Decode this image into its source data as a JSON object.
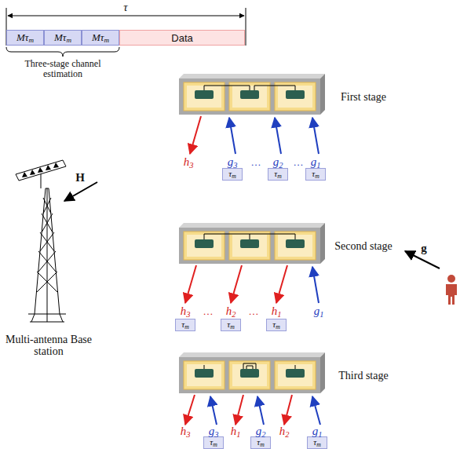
{
  "diagram": {
    "nodes": [
      {
        "text": [
          "Mτm"
        ]
      },
      {
        "text": [
          "Mτm"
        ]
      },
      {
        "text": [
          "Mτm"
        ]
      },
      {
        "text": [
          "Data"
        ]
      },
      {
        "text": [
          "τm"
        ]
      },
      {
        "text": [
          "τm"
        ]
      },
      {
        "text": [
          "τm"
        ]
      },
      {
        "text": [
          "τm"
        ]
      },
      {
        "text": [
          "τm"
        ]
      },
      {
        "text": [
          "τm"
        ]
      },
      {
        "text": [
          "τm"
        ]
      },
      {
        "text": [
          "τm"
        ]
      },
      {
        "text": [
          "τm"
        ]
      }
    ],
    "labels": [
      "τ",
      "Three-stage channel estimation",
      "First stage",
      "h3",
      "g3",
      "…",
      "g2",
      "…",
      "g1",
      "Second stage",
      "h3",
      "…",
      "h2",
      "…",
      "h1",
      "g1",
      "Third stage",
      "h3",
      "g3",
      "h1",
      "g2",
      "h2",
      "g1",
      "H",
      "g",
      "Multi-antenna Base station"
    ]
  }
}
